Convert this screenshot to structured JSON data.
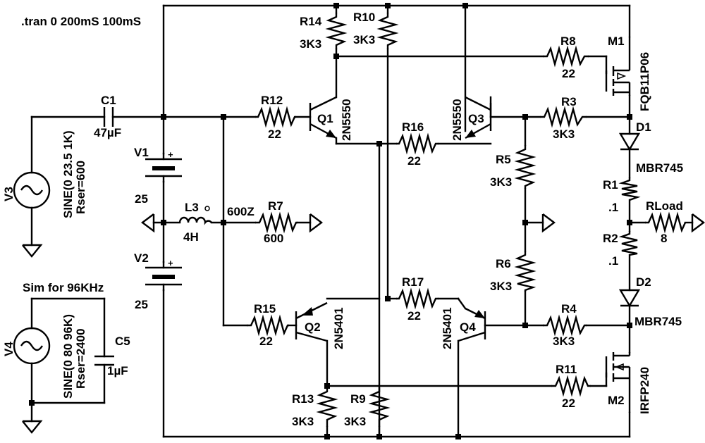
{
  "directive": ".tran 0 200mS 100mS",
  "note": "Sim for 96KHz",
  "net_label": "600Z",
  "resistors": {
    "R14": {
      "name": "R14",
      "value": "3K3"
    },
    "R10": {
      "name": "R10",
      "value": "3K3"
    },
    "R8": {
      "name": "R8",
      "value": "22"
    },
    "R12": {
      "name": "R12",
      "value": "22"
    },
    "R3": {
      "name": "R3",
      "value": "3K3"
    },
    "R16": {
      "name": "R16",
      "value": "22"
    },
    "R5": {
      "name": "R5",
      "value": "3K3"
    },
    "R1": {
      "name": "R1",
      "value": ".1"
    },
    "R7": {
      "name": "R7",
      "value": "600"
    },
    "RLoad": {
      "name": "RLoad",
      "value": "8"
    },
    "R2": {
      "name": "R2",
      "value": ".1"
    },
    "R6": {
      "name": "R6",
      "value": "3K3"
    },
    "R17": {
      "name": "R17",
      "value": "22"
    },
    "R15": {
      "name": "R15",
      "value": "22"
    },
    "R4": {
      "name": "R4",
      "value": "3K3"
    },
    "R11": {
      "name": "R11",
      "value": "22"
    },
    "R13": {
      "name": "R13",
      "value": "3K3"
    },
    "R9": {
      "name": "R9",
      "value": "3K3"
    }
  },
  "capacitors": {
    "C1": {
      "name": "C1",
      "value": "47µF"
    },
    "C5": {
      "name": "C5",
      "value": "1µF"
    }
  },
  "inductor": {
    "name": "L3",
    "value": "4H"
  },
  "batteries": {
    "V1": {
      "name": "V1",
      "value": "25"
    },
    "V2": {
      "name": "V2",
      "value": "25"
    }
  },
  "sources": {
    "V3": {
      "name": "V3",
      "line1": "SINE(0 23.5 1K)",
      "line2": "Rser=600"
    },
    "V4": {
      "name": "V4",
      "line1": "SINE(0 80 96K)",
      "line2": "Rser=2400"
    }
  },
  "transistors": {
    "Q1": {
      "name": "Q1",
      "model": "2N5550"
    },
    "Q3": {
      "name": "Q3",
      "model": "2N5550"
    },
    "Q2": {
      "name": "Q2",
      "model": "2N5401"
    },
    "Q4": {
      "name": "Q4",
      "model": "2N5401"
    }
  },
  "mosfets": {
    "M1": {
      "name": "M1",
      "model": "FQB11P06"
    },
    "M2": {
      "name": "M2",
      "model": "IRFP240"
    }
  },
  "diodes": {
    "D1": {
      "name": "D1",
      "model": "MBR745"
    },
    "D2": {
      "name": "D2",
      "model": "MBR745"
    }
  }
}
